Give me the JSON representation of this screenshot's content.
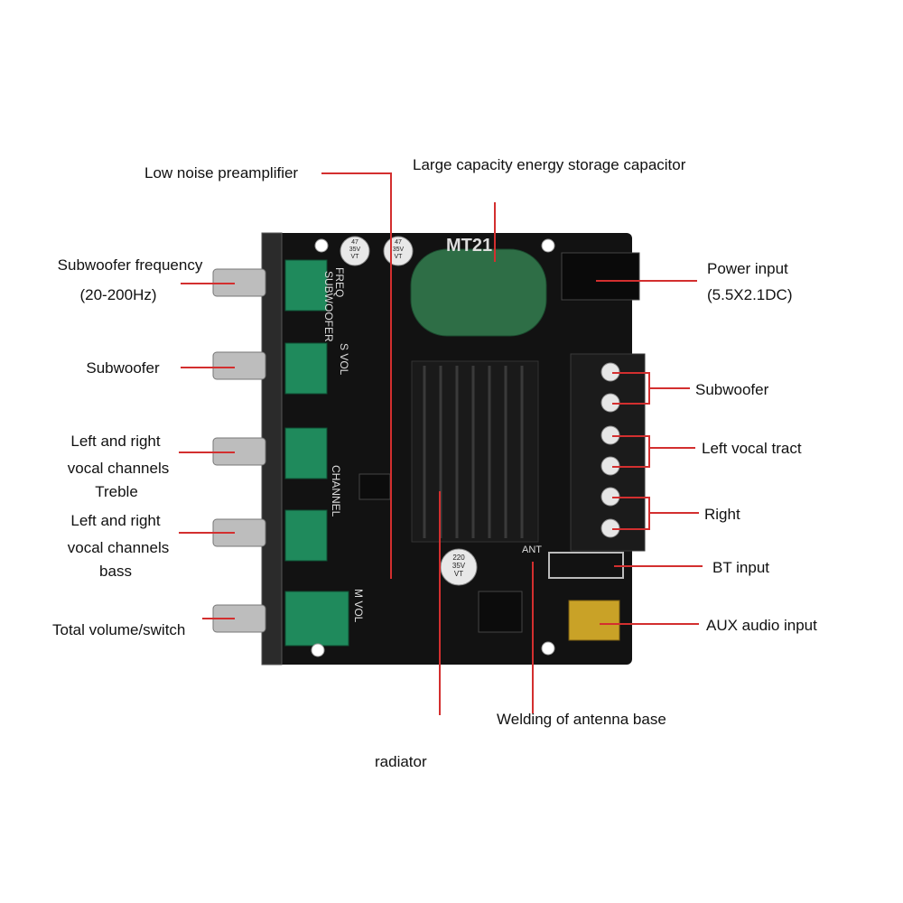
{
  "board": {
    "model": "MT21",
    "silk": {
      "freq": "FREQ",
      "subwoofer": "SUBWOOFER",
      "s_vol": "S VOL",
      "channel": "CHANNEL",
      "m_vol": "M VOL",
      "ant": "ANT"
    },
    "caps": {
      "small_1": "47\n35V\nVT",
      "small_2": "47\n35V\nVT",
      "c220": "220\n35V\nVT"
    }
  },
  "labels": {
    "low_noise_preamp": "Low noise preamplifier",
    "capacitor": "Large capacity energy storage capacitor",
    "sub_freq_1": "Subwoofer frequency",
    "sub_freq_2": "(20-200Hz)",
    "subwoofer_left": "Subwoofer",
    "treble_1": "Left and right",
    "treble_2": "vocal channels",
    "treble_3": "Treble",
    "bass_1": "Left and right",
    "bass_2": "vocal channels",
    "bass_3": "bass",
    "total_volume": "Total volume/switch",
    "power_1": "Power input",
    "power_2": "(5.5X2.1DC)",
    "subwoofer_right": "Subwoofer",
    "left_vocal": "Left vocal tract",
    "right": "Right",
    "bt_input": "BT input",
    "aux_input": "AUX audio input",
    "antenna": "Welding of antenna base",
    "radiator": "radiator"
  },
  "colors": {
    "accent_line": "#d32f2f",
    "pcb": "#121212",
    "pot_green": "#1f8a5c",
    "heatsink": "#1a1a1a",
    "capacitor_green": "#2e6e46"
  }
}
